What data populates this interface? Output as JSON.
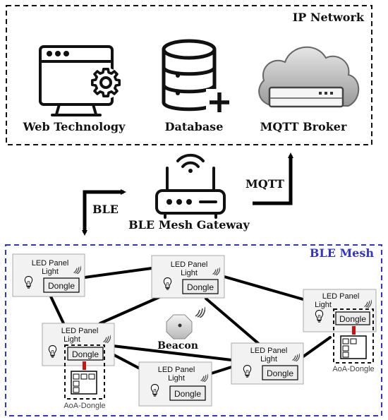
{
  "ip_network": {
    "title": "IP Network",
    "components": [
      {
        "label": "Web Technology",
        "icon": "web-browser-gear-icon"
      },
      {
        "label": "Database",
        "icon": "database-plus-icon"
      },
      {
        "label": "MQTT Broker",
        "icon": "cloud-server-icon"
      }
    ]
  },
  "links": {
    "mqtt_label": "MQTT",
    "ble_label": "BLE"
  },
  "gateway": {
    "label": "BLE Mesh Gateway",
    "icon": "wifi-router-icon"
  },
  "ble_mesh": {
    "title": "BLE Mesh",
    "title_color": "#3333cc",
    "border_color": "#3333cc",
    "nodes": [
      {
        "line1": "LED Panel",
        "line2": "Light",
        "dongle": "Dongle"
      },
      {
        "line1": "LED Panel",
        "line2": "Light",
        "dongle": "Dongle"
      },
      {
        "line1": "LED Panel",
        "line2": "Light",
        "dongle": "Dongle"
      },
      {
        "line1": "LED Panel",
        "line2": "Light",
        "dongle": "Dongle"
      },
      {
        "line1": "LED Panel",
        "line2": "Light",
        "dongle": "Dongle"
      },
      {
        "line1": "LED Panel",
        "line2": "Light",
        "dongle": "Dongle"
      }
    ],
    "beacon_label": "Beacon",
    "aoa_dongle_label": "AoA-Dongle",
    "aoa_dongle_label_2": "AoA-Dongle"
  }
}
